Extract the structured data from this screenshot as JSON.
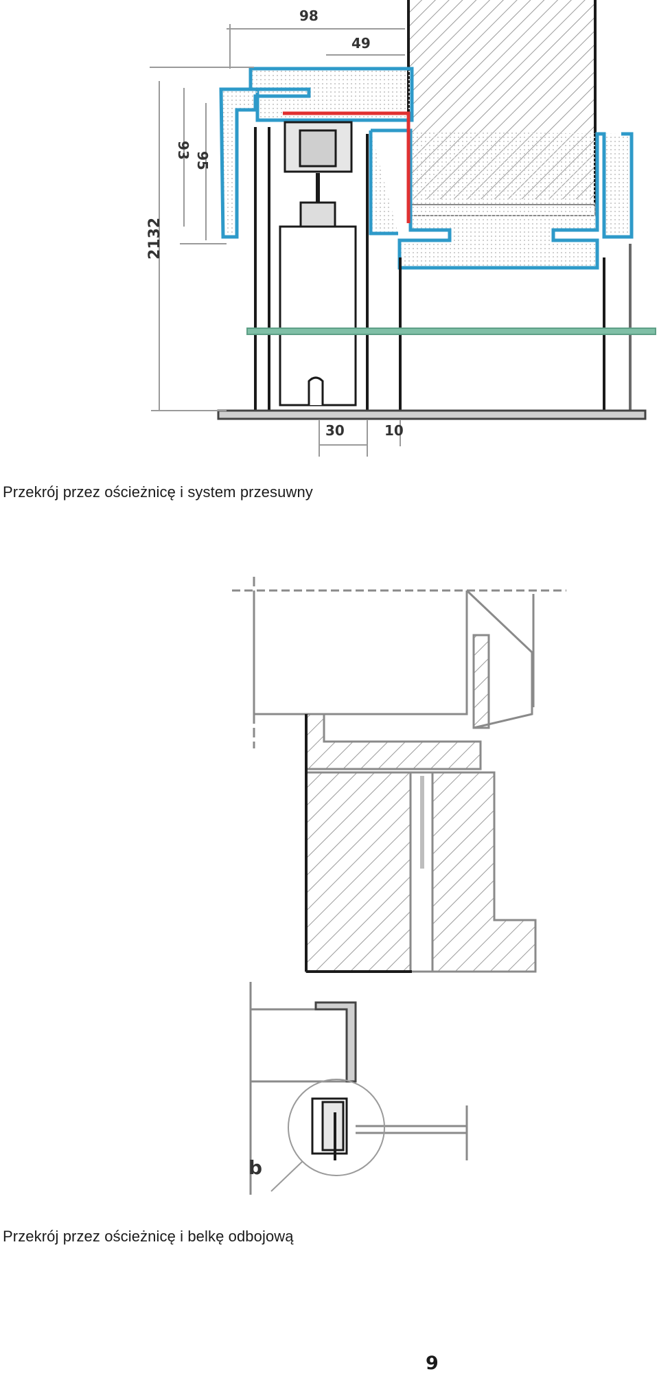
{
  "figure_top": {
    "caption": "Przekrój przez ościeżnicę i system przesuwny",
    "dimensions": {
      "d_width_outer": "98",
      "d_width_inner": "49",
      "d_height_a": "93",
      "d_height_b": "95",
      "d_total": "2132",
      "d_bottom_a": "30",
      "d_bottom_b": "10"
    },
    "colors": {
      "profile": "#2e9ac9",
      "seal": "#e03131",
      "glass": "#7fbfa6",
      "line": "#1a1a1a",
      "hatch": "#9a9a9a"
    }
  },
  "figure_bottom": {
    "caption": "Przekrój przez ościeżnicę i belkę odbojową",
    "detail_label": "b"
  },
  "page": {
    "number": "9"
  }
}
